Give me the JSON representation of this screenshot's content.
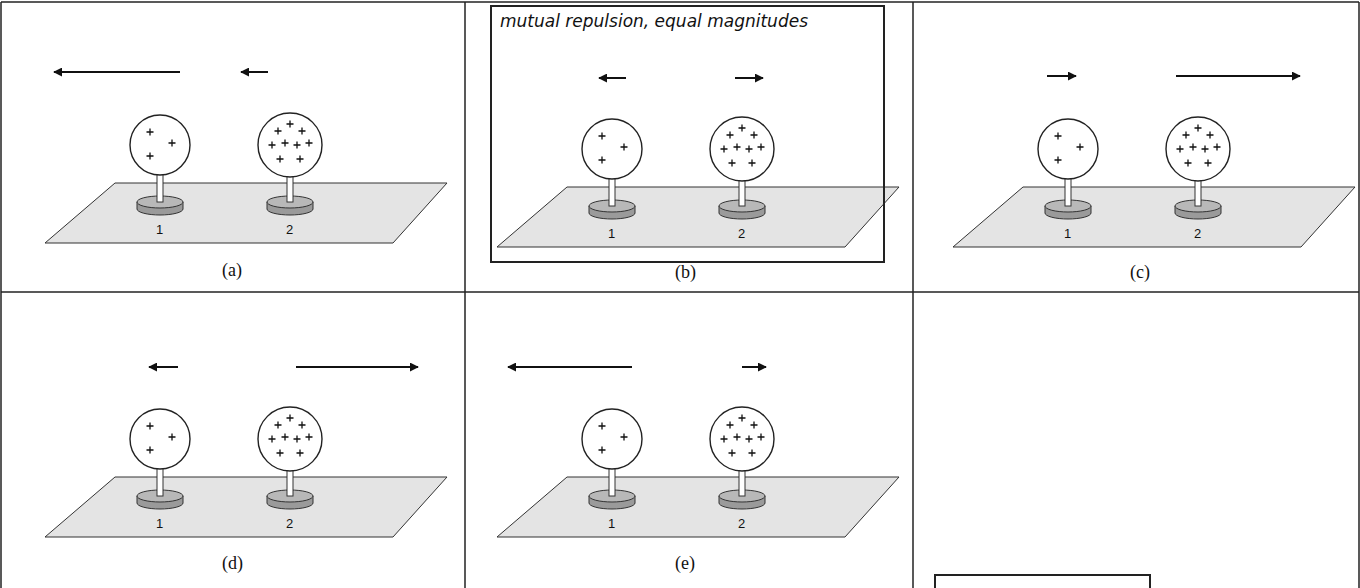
{
  "diagram": {
    "nodes": [
      {
        "text": [
          "mutual repulsion, equal magnitudes"
        ]
      }
    ],
    "labels": [
      "1",
      "2",
      "(a)",
      "1",
      "2",
      "(b)",
      "1",
      "2",
      "(c)",
      "1",
      "2",
      "(d)",
      "1",
      "2",
      "(e)"
    ]
  }
}
